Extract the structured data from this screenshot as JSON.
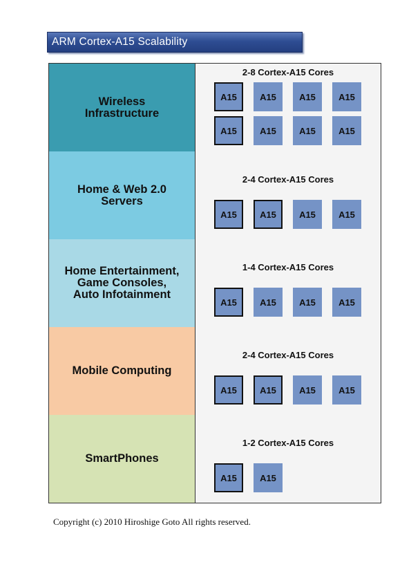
{
  "title": "ARM Cortex-A15 Scalability",
  "segments": [
    {
      "name": "Wireless\nInfrastructure",
      "cores_label": "2-8 Cortex-A15 Cores",
      "color": "#3a9cb0",
      "core_label": "A15",
      "core_rows": [
        [
          true,
          false,
          false,
          false
        ],
        [
          true,
          false,
          false,
          false
        ]
      ]
    },
    {
      "name": "Home & Web 2.0\nServers",
      "cores_label": "2-4 Cortex-A15 Cores",
      "color": "#7ccbe2",
      "core_label": "A15",
      "core_rows": [
        [
          true,
          true,
          false,
          false
        ]
      ]
    },
    {
      "name": "Home Entertainment,\nGame Consoles,\nAuto Infotainment",
      "cores_label": "1-4 Cortex-A15 Cores",
      "color": "#a9d9e6",
      "core_label": "A15",
      "core_rows": [
        [
          true,
          false,
          false,
          false
        ]
      ]
    },
    {
      "name": "Mobile Computing",
      "cores_label": "2-4 Cortex-A15 Cores",
      "color": "#f8caa4",
      "core_label": "A15",
      "core_rows": [
        [
          true,
          true,
          false,
          false
        ]
      ]
    },
    {
      "name": "SmartPhones",
      "cores_label": "1-2 Cortex-A15 Cores",
      "color": "#d6e3b4",
      "core_label": "A15",
      "core_rows": [
        [
          true,
          false
        ]
      ]
    }
  ],
  "colors": {
    "core_fill": "#7593c6",
    "title_bar": "#2e4d93"
  },
  "copyright": "Copyright (c) 2010 Hiroshige Goto All rights reserved."
}
